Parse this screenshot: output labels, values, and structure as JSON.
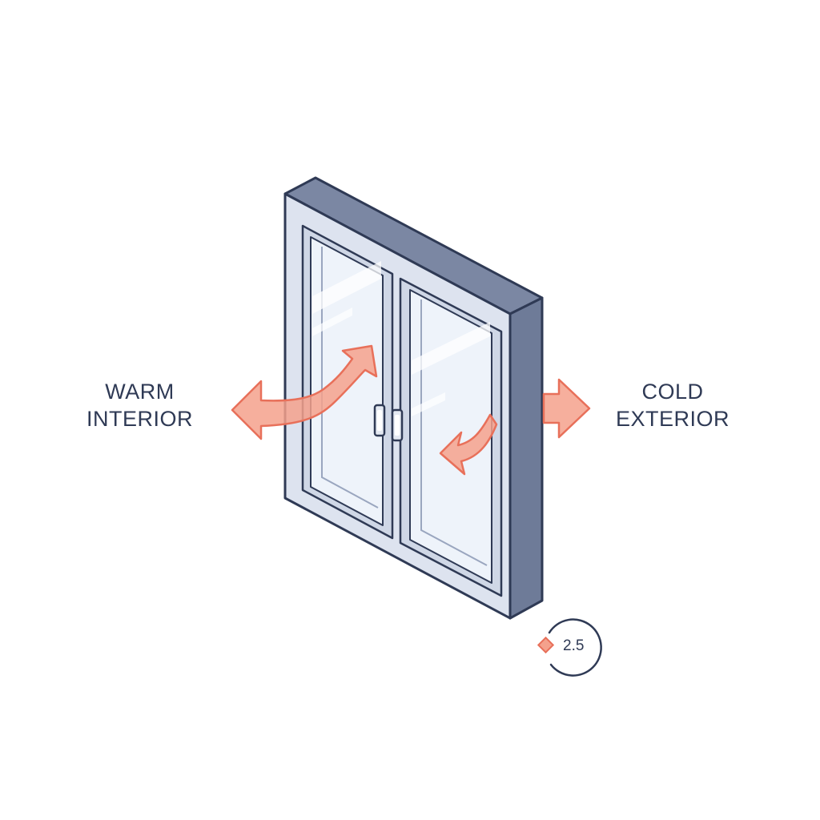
{
  "labels": {
    "warm_line1": "WARM",
    "warm_line2": "INTERIOR",
    "cold_line1": "COLD",
    "cold_line2": "EXTERIOR"
  },
  "rating": {
    "value": "2.5",
    "icon": "diamond-icon"
  },
  "colors": {
    "frame_front": "#dde3ef",
    "frame_side": "#6e7b98",
    "frame_top": "#7b87a3",
    "outline": "#2f3a55",
    "glass": "#eef3fa",
    "arrow_fill": "#f4a18c",
    "arrow_stroke": "#e8705a",
    "text": "#2f3a55"
  }
}
